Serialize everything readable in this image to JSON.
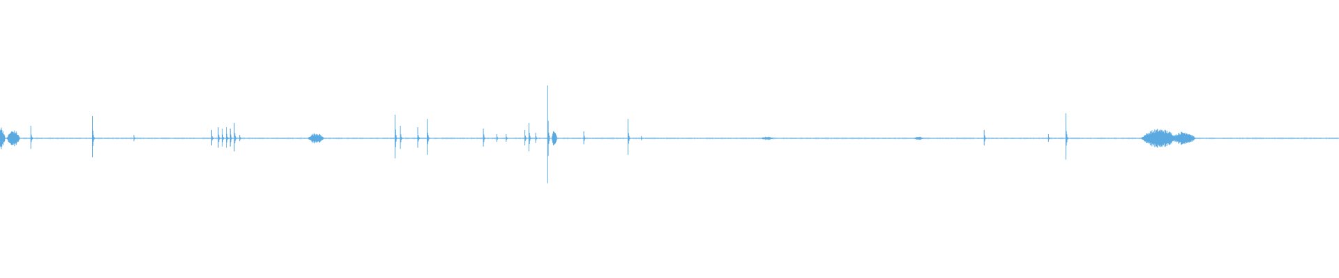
{
  "waveform": {
    "color": "#5aa9e0",
    "baseline_color": "#5aa9e0",
    "duration_normalized": 1.0,
    "events": [
      {
        "t": 0.0,
        "amp": 0.045,
        "width": 0.008,
        "shape": "burst"
      },
      {
        "t": 0.01,
        "amp": 0.03,
        "width": 0.01,
        "shape": "burst"
      },
      {
        "t": 0.023,
        "amp": 0.045,
        "width": 0.001,
        "shape": "spike"
      },
      {
        "t": 0.069,
        "amp": 0.08,
        "width": 0.001,
        "shape": "spike"
      },
      {
        "t": 0.1,
        "amp": 0.012,
        "width": 0.002,
        "shape": "spike"
      },
      {
        "t": 0.158,
        "amp": 0.03,
        "width": 0.001,
        "shape": "spike"
      },
      {
        "t": 0.163,
        "amp": 0.04,
        "width": 0.001,
        "shape": "spike"
      },
      {
        "t": 0.166,
        "amp": 0.035,
        "width": 0.001,
        "shape": "spike"
      },
      {
        "t": 0.169,
        "amp": 0.04,
        "width": 0.001,
        "shape": "spike"
      },
      {
        "t": 0.172,
        "amp": 0.035,
        "width": 0.001,
        "shape": "spike"
      },
      {
        "t": 0.175,
        "amp": 0.055,
        "width": 0.001,
        "shape": "spike"
      },
      {
        "t": 0.179,
        "amp": 0.012,
        "width": 0.002,
        "shape": "spike"
      },
      {
        "t": 0.236,
        "amp": 0.02,
        "width": 0.012,
        "shape": "burst"
      },
      {
        "t": 0.295,
        "amp": 0.085,
        "width": 0.001,
        "shape": "spike"
      },
      {
        "t": 0.299,
        "amp": 0.045,
        "width": 0.002,
        "shape": "spike"
      },
      {
        "t": 0.312,
        "amp": 0.04,
        "width": 0.001,
        "shape": "spike"
      },
      {
        "t": 0.319,
        "amp": 0.07,
        "width": 0.001,
        "shape": "spike"
      },
      {
        "t": 0.361,
        "amp": 0.035,
        "width": 0.001,
        "shape": "spike"
      },
      {
        "t": 0.371,
        "amp": 0.015,
        "width": 0.002,
        "shape": "spike"
      },
      {
        "t": 0.378,
        "amp": 0.015,
        "width": 0.003,
        "shape": "spike"
      },
      {
        "t": 0.392,
        "amp": 0.03,
        "width": 0.001,
        "shape": "spike"
      },
      {
        "t": 0.395,
        "amp": 0.055,
        "width": 0.001,
        "shape": "spike"
      },
      {
        "t": 0.4,
        "amp": 0.02,
        "width": 0.002,
        "shape": "spike"
      },
      {
        "t": 0.409,
        "amp": 0.19,
        "width": 0.001,
        "shape": "spike"
      },
      {
        "t": 0.414,
        "amp": 0.03,
        "width": 0.004,
        "shape": "burst"
      },
      {
        "t": 0.436,
        "amp": 0.025,
        "width": 0.001,
        "shape": "spike"
      },
      {
        "t": 0.469,
        "amp": 0.07,
        "width": 0.001,
        "shape": "spike"
      },
      {
        "t": 0.479,
        "amp": 0.008,
        "width": 0.002,
        "shape": "spike"
      },
      {
        "t": 0.573,
        "amp": 0.006,
        "width": 0.01,
        "shape": "burst"
      },
      {
        "t": 0.686,
        "amp": 0.006,
        "width": 0.008,
        "shape": "burst"
      },
      {
        "t": 0.735,
        "amp": 0.03,
        "width": 0.001,
        "shape": "spike"
      },
      {
        "t": 0.783,
        "amp": 0.015,
        "width": 0.001,
        "shape": "spike"
      },
      {
        "t": 0.796,
        "amp": 0.09,
        "width": 0.001,
        "shape": "spike"
      },
      {
        "t": 0.866,
        "amp": 0.035,
        "width": 0.028,
        "shape": "burst"
      },
      {
        "t": 0.884,
        "amp": 0.025,
        "width": 0.018,
        "shape": "burst"
      }
    ]
  }
}
